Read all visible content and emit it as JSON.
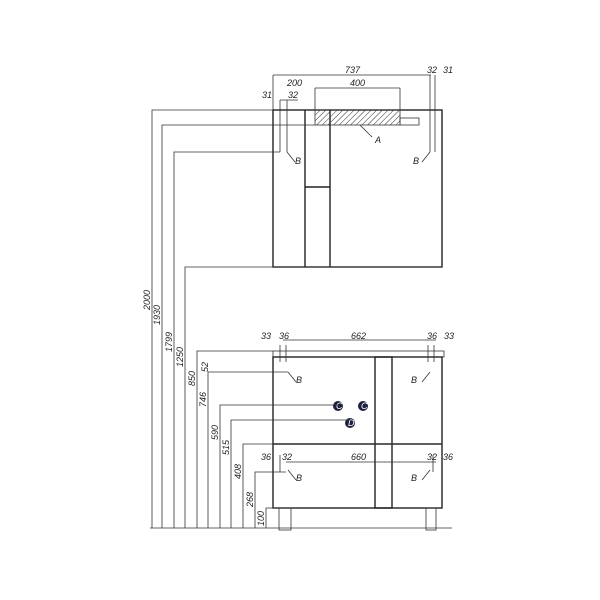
{
  "upper": {
    "w737": "737",
    "w200": "200",
    "w400": "400",
    "w31a": "31",
    "w32a": "32",
    "w32b": "32",
    "w31b": "31",
    "labelA": "A",
    "labelB1": "B",
    "labelB2": "B"
  },
  "lower": {
    "w33a": "33",
    "w36a": "36",
    "w662": "662",
    "w36b": "36",
    "w33b": "33",
    "w36c": "36",
    "w32c": "32",
    "w660": "660",
    "w32d": "32",
    "w36d": "36",
    "labelB1": "B",
    "labelB2": "B",
    "labelB3": "B",
    "labelB4": "B",
    "labelC1": "C",
    "labelC2": "C",
    "labelD": "D"
  },
  "heights": [
    "2000",
    "1930",
    "1799",
    "1250",
    "850",
    "746",
    "590",
    "515",
    "408",
    "268",
    "100"
  ],
  "small": {
    "h52": "52"
  },
  "colors": {
    "marker": "#1e2240"
  }
}
